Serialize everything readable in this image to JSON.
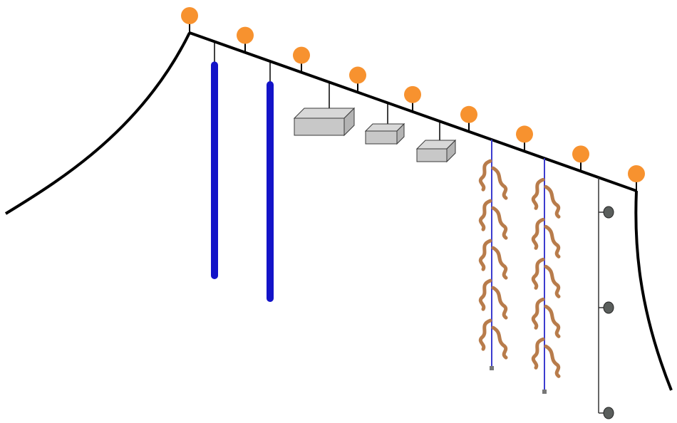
{
  "colors": {
    "background": "#ffffff",
    "longline": "#000000",
    "float": "#f7922f",
    "dropper": "#1313c8",
    "tray_fill": "#c8c8c8",
    "tray_edge": "#3a3a3a",
    "seaweed": "#b87c4b",
    "rope": "#3c3ccf",
    "lantern": "#5a5e5c",
    "hanger": "#333333"
  },
  "diagram": {
    "floats": {
      "count": 9,
      "icon": "orange-buoy-icon"
    },
    "units": [
      {
        "kind": "dropper-tube",
        "icon": "blue-dropper-icon"
      },
      {
        "kind": "dropper-tube",
        "icon": "blue-dropper-icon"
      },
      {
        "kind": "tray",
        "icon": "box-tray-icon"
      },
      {
        "kind": "tray",
        "icon": "box-tray-icon"
      },
      {
        "kind": "tray",
        "icon": "box-tray-icon"
      },
      {
        "kind": "seaweed-rope",
        "icon": "seaweed-rope-icon"
      },
      {
        "kind": "seaweed-rope",
        "icon": "seaweed-rope-icon"
      },
      {
        "kind": "lantern-line",
        "icon": "lantern-line-icon",
        "lanterns": 3
      }
    ]
  }
}
